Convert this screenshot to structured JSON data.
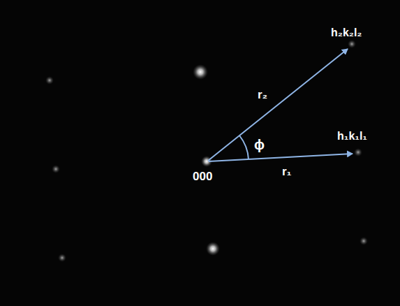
{
  "diagram": {
    "labels": [
      "h₂k₂l₂",
      "r₂",
      "ϕ",
      "h₁k₁l₁",
      "r₁",
      "000"
    ]
  }
}
